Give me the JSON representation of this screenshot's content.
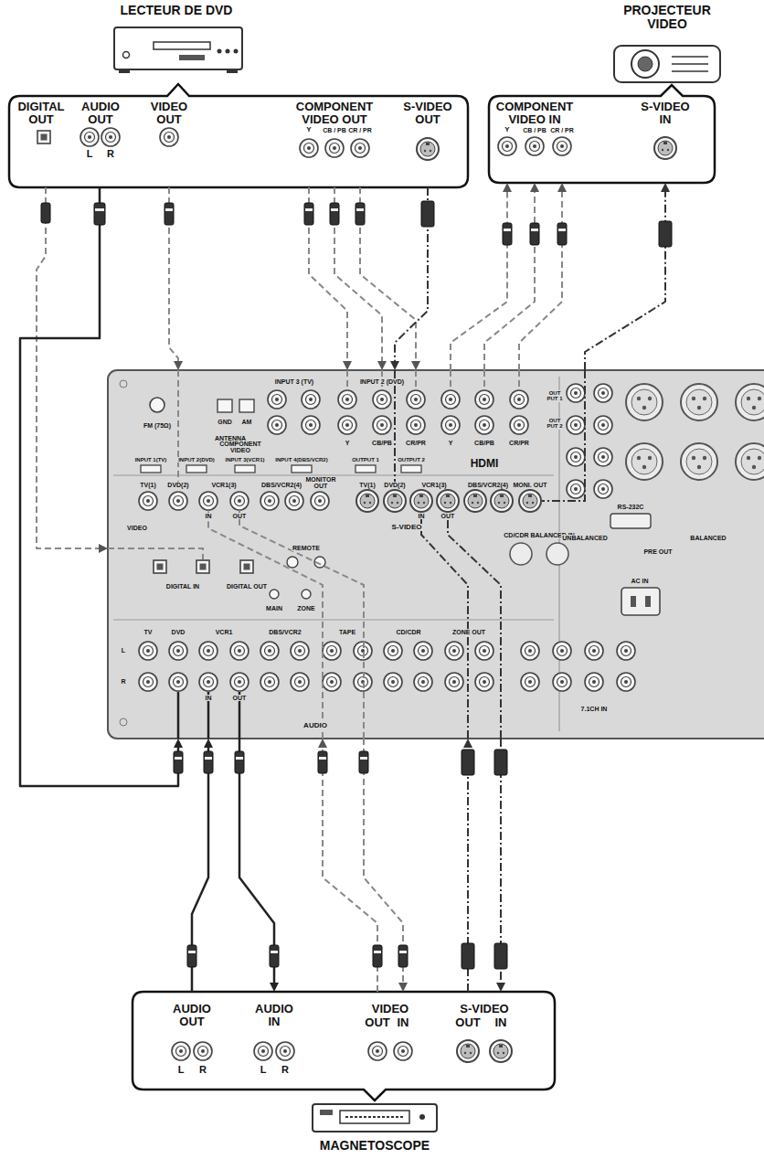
{
  "diagram": {
    "nodes": [
      {
        "text": [
          "LECTEUR DE DVD",
          "DIGITAL OUT",
          "AUDIO OUT",
          "L",
          "R",
          "VIDEO OUT",
          "COMPONENT VIDEO OUT",
          "Y",
          "CB / PB",
          "CR / PR",
          "S-VIDEO OUT"
        ]
      },
      {
        "text": [
          "PROJECTEUR VIDEO",
          "COMPONENT VIDEO IN",
          "Y",
          "CB / PB",
          "CR / PR",
          "S-VIDEO IN"
        ]
      },
      {
        "text": [
          "ANTENNA",
          "GND",
          "AM",
          "FM (75Ω)",
          "INPUT 3 (TV)",
          "INPUT 2 (DVD)",
          "OUT PUT 1",
          "OUT PUT 2",
          "COMPONENT VIDEO",
          "Y",
          "CB/PB",
          "CR/PR",
          "Y",
          "CB/PB",
          "CR/PR",
          "INPUT 1(TV)",
          "INPUT 2(DVD)",
          "INPUT 3(VCR1)",
          "INPUT 4(DBS/VCR2)",
          "OUTPUT 1",
          "OUTPUT 2",
          "HDMI",
          "TV(1)",
          "DVD(2)",
          "VCR1(3)",
          "DBS/VCR2(4)",
          "MONITOR OUT",
          "VIDEO",
          "IN",
          "OUT",
          "TV(1)",
          "DVD(2)",
          "VCR1(3)",
          "DBS/VCR2(4)",
          "MONI. OUT",
          "IN",
          "OUT",
          "S-VIDEO",
          "CD/CDR BALANCED IN",
          "DIGITAL IN",
          "DIGITAL OUT",
          "REMOTE",
          "MAIN",
          "ZONE",
          "TV",
          "DVD",
          "VCR1",
          "DBS/VCR2",
          "TAPE",
          "CD/CDR",
          "ZONE OUT",
          "L",
          "R",
          "IN",
          "OUT",
          "AUDIO",
          "RS-232C",
          "UNBALANCED",
          "BALANCED",
          "PRE OUT",
          "AC IN",
          "7.1CH IN"
        ]
      },
      {
        "text": [
          "AUDIO OUT",
          "L",
          "R",
          "AUDIO IN",
          "L",
          "R",
          "VIDEO",
          "OUT",
          "IN",
          "S-VIDEO",
          "OUT",
          "IN",
          "MAGNETOSCOPE"
        ]
      }
    ],
    "edges": [
      {
        "from": 0,
        "to": 2,
        "arrow": "to"
      },
      {
        "from": 0,
        "to": 2,
        "arrow": "to"
      },
      {
        "from": 0,
        "to": 2,
        "arrow": "to"
      },
      {
        "from": 0,
        "to": 2,
        "arrow": "to"
      },
      {
        "from": 0,
        "to": 2,
        "arrow": "to"
      },
      {
        "from": 0,
        "to": 2,
        "arrow": "to"
      },
      {
        "from": 0,
        "to": 2,
        "arrow": "to"
      },
      {
        "from": 2,
        "to": 1,
        "arrow": "to"
      },
      {
        "from": 2,
        "to": 1,
        "arrow": "to"
      },
      {
        "from": 2,
        "to": 1,
        "arrow": "to"
      },
      {
        "from": 2,
        "to": 1,
        "arrow": "to"
      },
      {
        "from": 3,
        "to": 2,
        "arrow": "to"
      },
      {
        "from": 2,
        "to": 3,
        "arrow": "to"
      },
      {
        "from": 3,
        "to": 2,
        "arrow": "to"
      },
      {
        "from": 2,
        "to": 3,
        "arrow": "to"
      },
      {
        "from": 3,
        "to": 2,
        "arrow": "to"
      },
      {
        "from": 2,
        "to": 3,
        "arrow": "to"
      }
    ]
  }
}
